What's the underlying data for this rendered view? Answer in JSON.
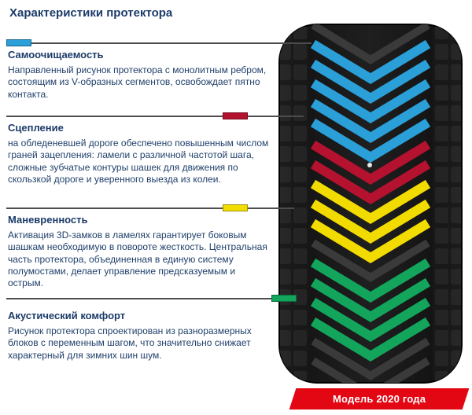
{
  "title": "Характеристики протектора",
  "sections": [
    {
      "heading": "Самоочищаемость",
      "body": "Направленный рисунок протектора с монолитным ребром, состоящим из V-образных сегментов, освобождает пятно контакта.",
      "color": "#2a9fd8"
    },
    {
      "heading": "Сцепление",
      "body": "на обледеневшей дороге обеспечено повышенным числом граней зацепления: ламели с различной частотой шага, сложные зубчатые контуры шашек для движения по скользкой дороге и уверенного выезда из колеи.",
      "color": "#b5122f"
    },
    {
      "heading": "Маневренность",
      "body": "Активация 3D-замков в ламелях гарантирует боковым шашкам необходимую в повороте жесткость. Центральная часть протектора, объединенная в единую систему полумостами, делает управление предсказуемым и острым.",
      "color": "#f2dc00"
    },
    {
      "heading": "Акустический комфорт",
      "body": "Рисунок протектора спроектирован из разноразмерных блоков с переменным шагом, что значительно снижает характерный для зимних шин шум.",
      "color": "#12a55b"
    }
  ],
  "badge": {
    "label": "Модель 2020 года",
    "color": "#e30613"
  },
  "tire": {
    "body_color": "#1b1b1b",
    "groove_color": "#3a3a3a"
  }
}
